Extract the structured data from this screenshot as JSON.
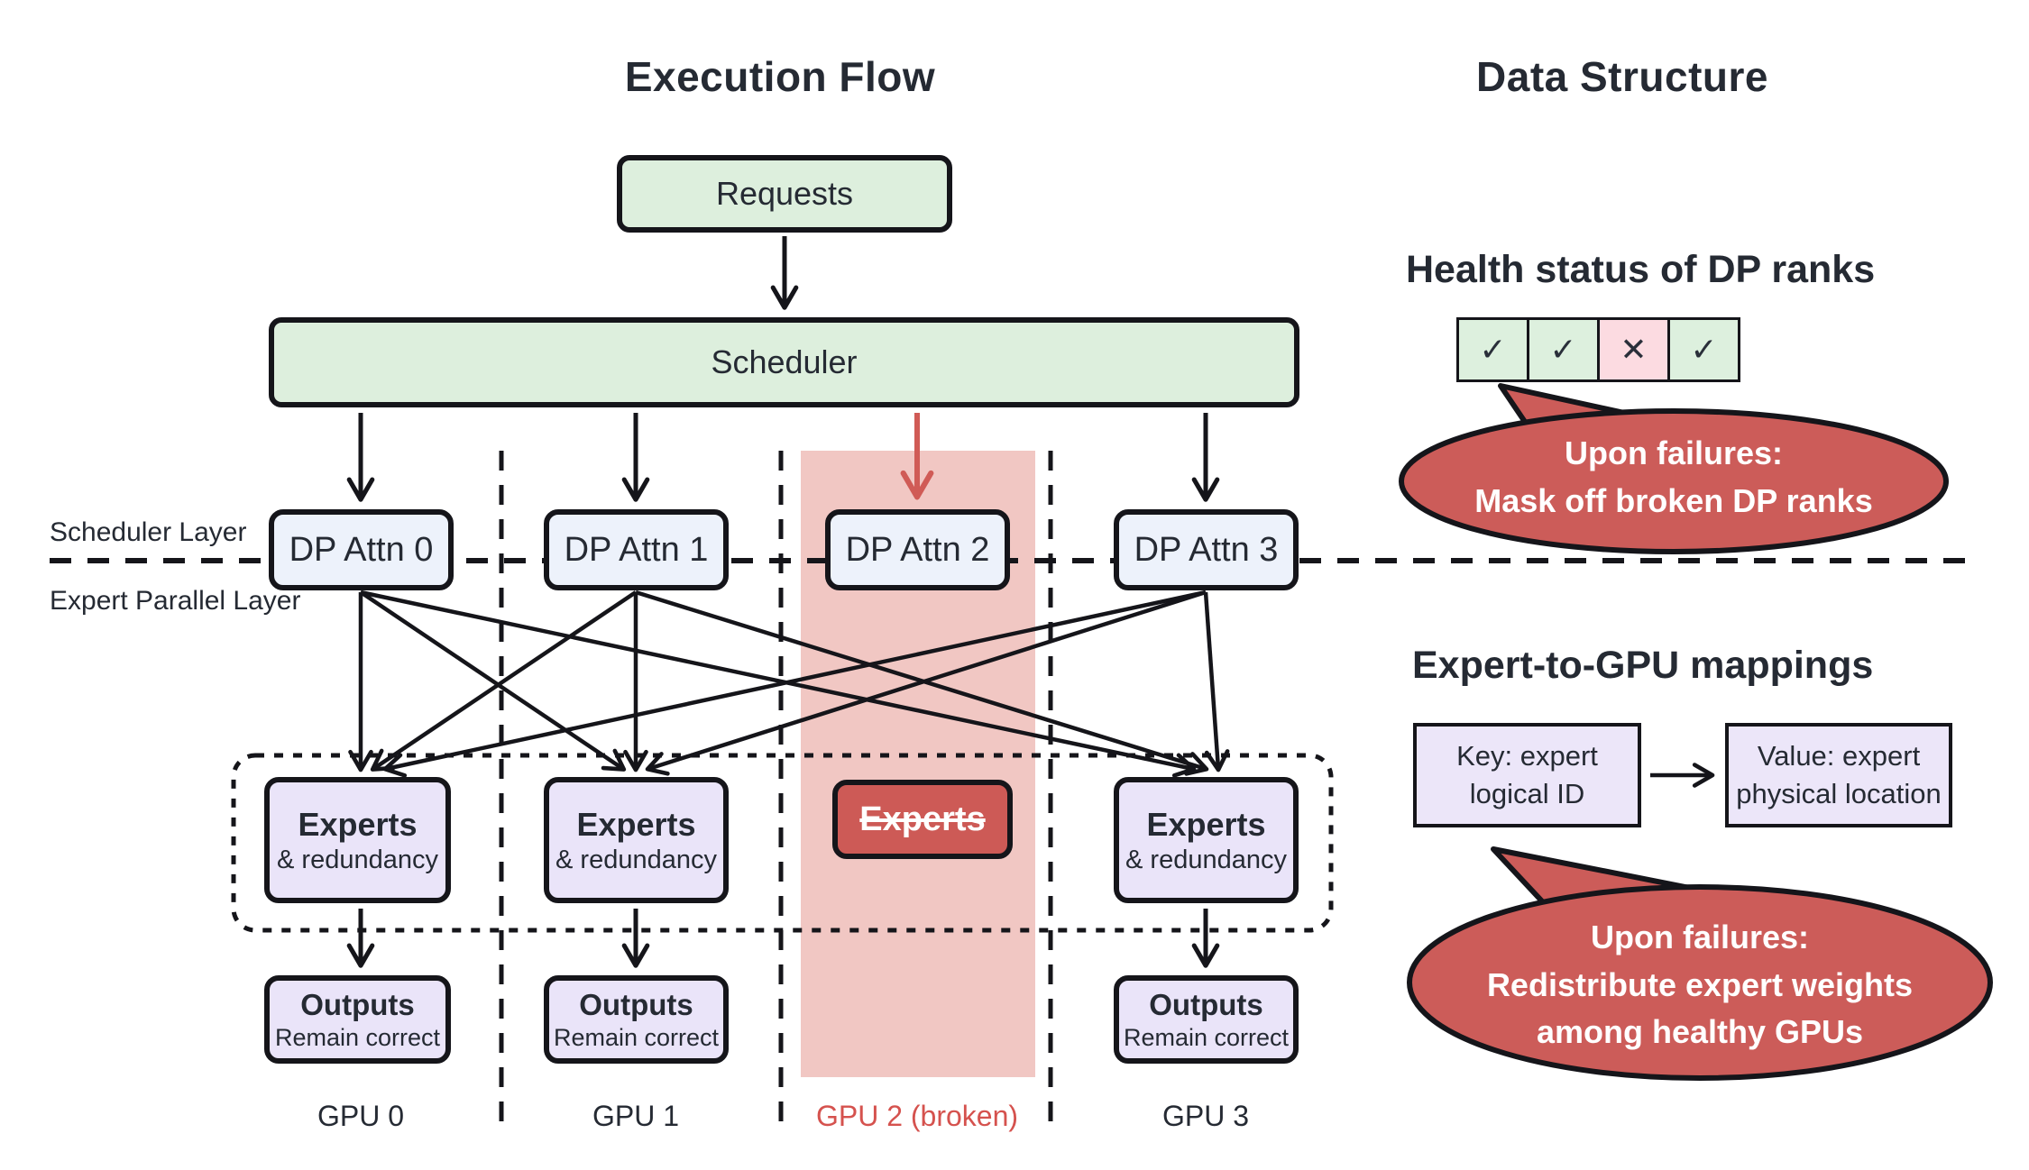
{
  "titles": {
    "left": "Execution Flow",
    "right": "Data Structure"
  },
  "flow": {
    "requests": "Requests",
    "scheduler": "Scheduler",
    "layer_labels": {
      "top": "Scheduler Layer",
      "bottom": "Expert Parallel Layer"
    },
    "dp_attn": [
      {
        "label": "DP Attn 0"
      },
      {
        "label": "DP Attn 1"
      },
      {
        "label": "DP Attn 2"
      },
      {
        "label": "DP Attn 3"
      }
    ],
    "experts": [
      {
        "title": "Experts",
        "subtitle": "& redundancy",
        "broken": false
      },
      {
        "title": "Experts",
        "subtitle": "& redundancy",
        "broken": false
      },
      {
        "title": "Experts",
        "broken": true
      },
      {
        "title": "Experts",
        "subtitle": "& redundancy",
        "broken": false
      }
    ],
    "outputs": [
      {
        "title": "Outputs",
        "subtitle": "Remain correct"
      },
      {
        "title": "Outputs",
        "subtitle": "Remain correct"
      },
      {
        "title": "Outputs",
        "subtitle": "Remain correct"
      }
    ],
    "gpus": [
      {
        "label": "GPU 0",
        "broken": false
      },
      {
        "label": "GPU 1",
        "broken": false
      },
      {
        "label": "GPU 2 (broken)",
        "broken": true
      },
      {
        "label": "GPU 3",
        "broken": false
      }
    ]
  },
  "data_structure": {
    "health": {
      "heading": "Health status of DP ranks",
      "cells": [
        {
          "glyph": "✓",
          "status": "healthy"
        },
        {
          "glyph": "✓",
          "status": "healthy"
        },
        {
          "glyph": "✕",
          "status": "broken"
        },
        {
          "glyph": "✓",
          "status": "healthy"
        }
      ],
      "bubble": {
        "line1": "Upon failures:",
        "line2": "Mask off broken DP ranks"
      }
    },
    "mapping": {
      "heading": "Expert-to-GPU mappings",
      "key_box": {
        "line1": "Key: expert",
        "line2": "logical ID"
      },
      "value_box": {
        "line1": "Value: expert",
        "line2": "physical location"
      },
      "bubble": {
        "line1": "Upon failures:",
        "line2": "Redistribute expert weights",
        "line3": "among healthy GPUs"
      }
    }
  },
  "colors": {
    "box_green": "#ddefdd",
    "box_blue": "#edf2fb",
    "box_purple": "#eae4f9",
    "broken_red": "#cd5a56",
    "broken_column_pink": "#f1c7c3",
    "broken_cell_pink": "#fcdbe1",
    "bubble_red": "#cc5c59",
    "broken_text_red": "#d5524e",
    "line_black": "#15151a"
  }
}
